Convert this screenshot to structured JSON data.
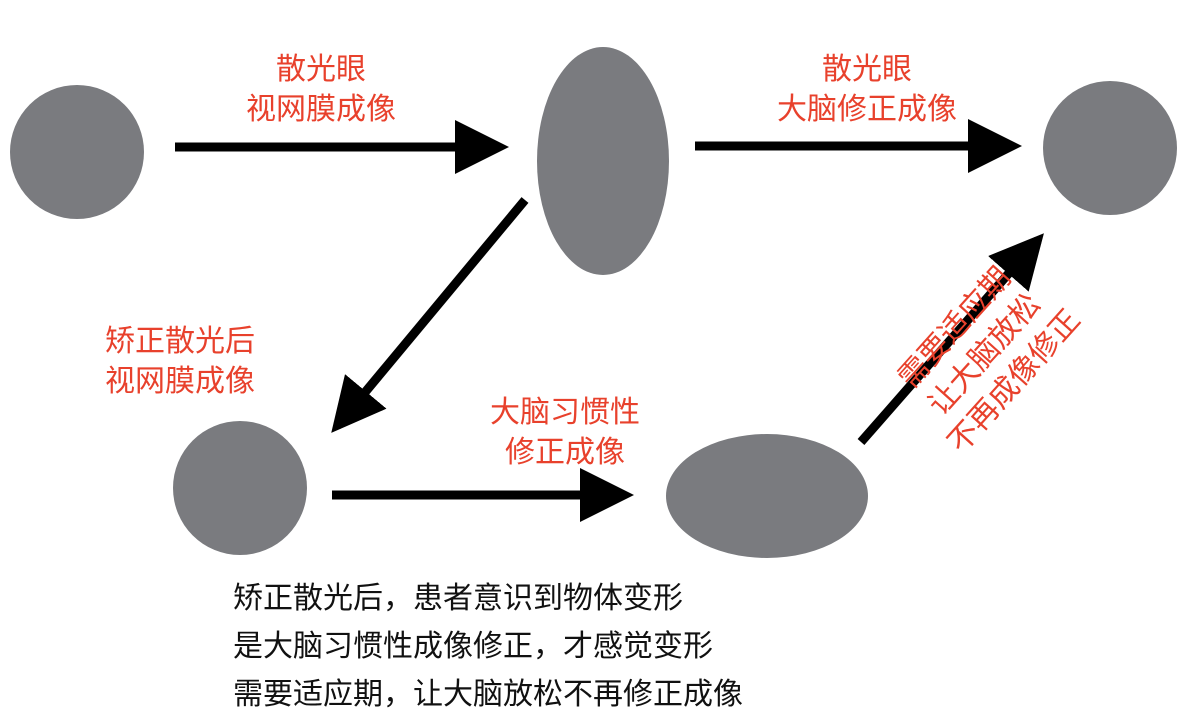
{
  "colors": {
    "shape_fill": "#7a7b7f",
    "arrow": "#000000",
    "label_text": "#e8412c",
    "caption_text": "#111111"
  },
  "labels": {
    "top_left": [
      "散光眼",
      "视网膜成像"
    ],
    "top_right": [
      "散光眼",
      "大脑修正成像"
    ],
    "left_mid": [
      "矫正散光后",
      "视网膜成像"
    ],
    "bottom_mid": [
      "大脑习惯性",
      "修正成像"
    ],
    "right_diag": [
      "需要适应期",
      "让大脑放松",
      "不再成像修正"
    ]
  },
  "caption": [
    "矫正散光后，患者意识到物体变形",
    "是大脑习惯性成像修正，才感觉变形",
    "需要适应期，让大脑放松不再修正成像"
  ]
}
